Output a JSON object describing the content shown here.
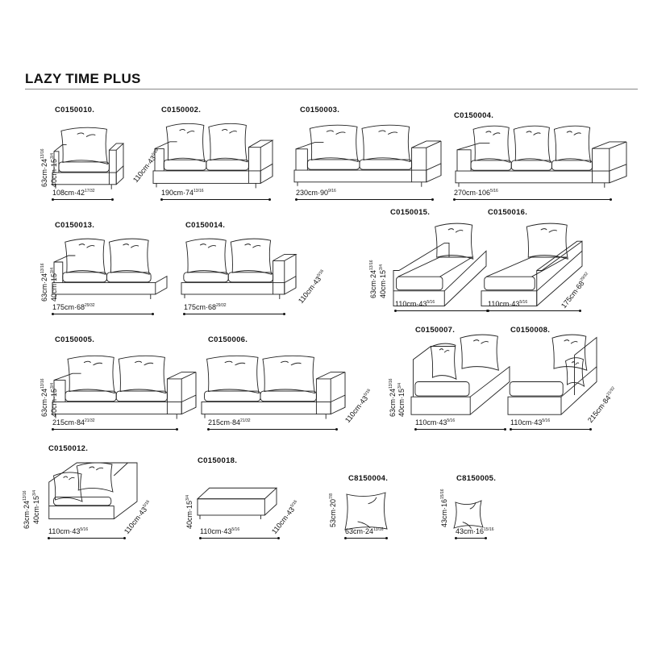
{
  "header": {
    "title": "LAZY TIME PLUS"
  },
  "products": [
    {
      "code": "C0150010.",
      "width": {
        "cm": "108cm",
        "in": "42",
        "frac": "17/32"
      },
      "height": {
        "cm": "63cm",
        "in": "24",
        "frac": "13/16"
      },
      "seat": {
        "cm": "40cm",
        "in": "15",
        "frac": "3/4"
      }
    },
    {
      "code": "C0150002.",
      "width": {
        "cm": "190cm",
        "in": "74",
        "frac": "13/16"
      },
      "depth": {
        "cm": "110cm",
        "in": "43",
        "frac": "5/16"
      }
    },
    {
      "code": "C0150003.",
      "width": {
        "cm": "230cm",
        "in": "90",
        "frac": "9/16"
      }
    },
    {
      "code": "C0150004.",
      "width": {
        "cm": "270cm",
        "in": "106",
        "frac": "5/16"
      }
    },
    {
      "code": "C0150013.",
      "width": {
        "cm": "175cm",
        "in": "68",
        "frac": "29/32"
      },
      "height": {
        "cm": "63cm",
        "in": "24",
        "frac": "13/16"
      },
      "seat": {
        "cm": "40cm",
        "in": "15",
        "frac": "3/4"
      }
    },
    {
      "code": "C0150014.",
      "width": {
        "cm": "175cm",
        "in": "68",
        "frac": "29/32"
      },
      "depth": {
        "cm": "110cm",
        "in": "43",
        "frac": "5/16"
      }
    },
    {
      "code": "C0150015.",
      "width": {
        "cm": "110cm",
        "in": "43",
        "frac": "5/16"
      },
      "height": {
        "cm": "63cm",
        "in": "24",
        "frac": "13/16"
      },
      "seat": {
        "cm": "40cm",
        "in": "15",
        "frac": "3/4"
      }
    },
    {
      "code": "C0150016.",
      "width": {
        "cm": "110cm",
        "in": "43",
        "frac": "5/16"
      },
      "depth": {
        "cm": "175cm",
        "in": "68",
        "frac": "29/32"
      }
    },
    {
      "code": "C0150005.",
      "width": {
        "cm": "215cm",
        "in": "84",
        "frac": "21/32"
      },
      "height": {
        "cm": "63cm",
        "in": "24",
        "frac": "13/16"
      },
      "seat": {
        "cm": "40cm",
        "in": "15",
        "frac": "3/4"
      }
    },
    {
      "code": "C0150006.",
      "width": {
        "cm": "215cm",
        "in": "84",
        "frac": "21/32"
      },
      "depth": {
        "cm": "110cm",
        "in": "43",
        "frac": "5/16"
      }
    },
    {
      "code": "C0150007.",
      "width": {
        "cm": "110cm",
        "in": "43",
        "frac": "5/16"
      },
      "height": {
        "cm": "63cm",
        "in": "24",
        "frac": "13/16"
      },
      "seat": {
        "cm": "40cm",
        "in": "15",
        "frac": "3/4"
      }
    },
    {
      "code": "C0150008.",
      "width": {
        "cm": "110cm",
        "in": "43",
        "frac": "5/16"
      },
      "depth": {
        "cm": "215cm",
        "in": "84",
        "frac": "21/32"
      }
    },
    {
      "code": "C0150012.",
      "width": {
        "cm": "110cm",
        "in": "43",
        "frac": "5/16"
      },
      "height": {
        "cm": "63cm",
        "in": "24",
        "frac": "13/16"
      },
      "seat": {
        "cm": "40cm",
        "in": "15",
        "frac": "3/4"
      },
      "depth": {
        "cm": "110cm",
        "in": "43",
        "frac": "5/16"
      }
    },
    {
      "code": "C0150018.",
      "width": {
        "cm": "110cm",
        "in": "43",
        "frac": "5/16"
      },
      "seat": {
        "cm": "40cm",
        "in": "15",
        "frac": "3/4"
      },
      "depth": {
        "cm": "110cm",
        "in": "43",
        "frac": "5/16"
      }
    },
    {
      "code": "C8150004.",
      "width": {
        "cm": "63cm",
        "in": "24",
        "frac": "13/16"
      },
      "height": {
        "cm": "53cm",
        "in": "20",
        "frac": "7/8"
      }
    },
    {
      "code": "C8150005.",
      "width": {
        "cm": "43cm",
        "in": "16",
        "frac": "15/16"
      },
      "height": {
        "cm": "43cm",
        "in": "16",
        "frac": "15/16"
      }
    }
  ]
}
